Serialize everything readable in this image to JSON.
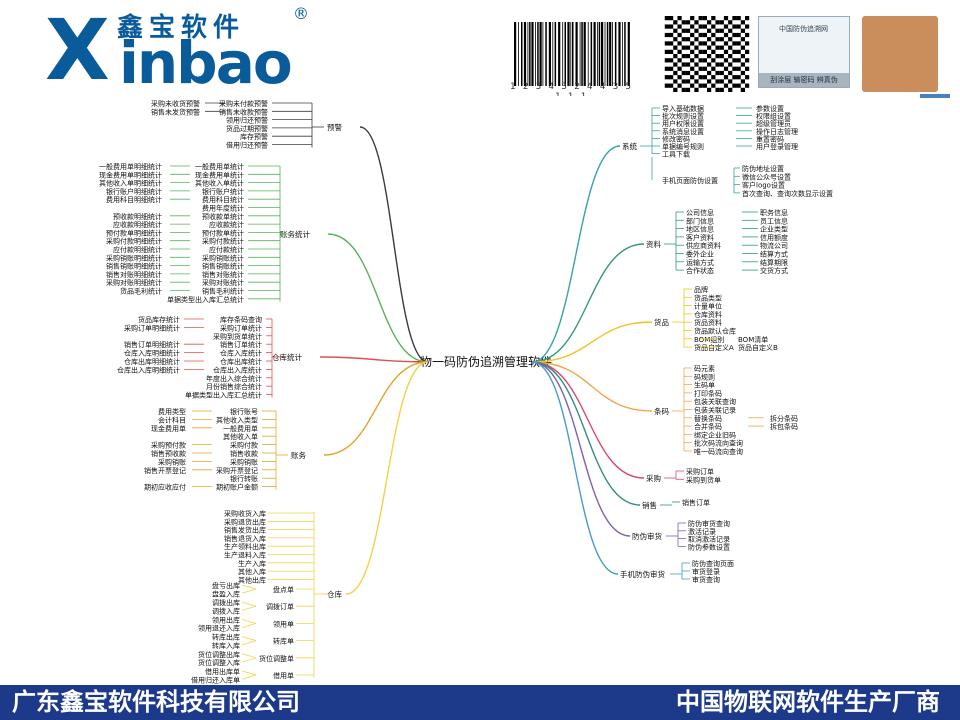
{
  "header": {
    "logo_letter": "X",
    "logo_rest": "inbao",
    "logo_cn": "鑫宝软件",
    "logo_mark": "®",
    "barcode_number": "1 2 3 4 3 2 4 4 3 5 1 1 1",
    "card_text": "中国防伪追溯网",
    "card_footer": "刮涂层  输密码  辨真伪"
  },
  "footer": {
    "company": "广东鑫宝软件科技有限公司",
    "slogan": "中国物联网软件生产厂商"
  },
  "colors": {
    "brand": "#0a5b9a",
    "footer_bg": "#1d3a8a",
    "branch_warn": "#3b3b3b",
    "branch_finance": "#58b25a",
    "branch_store": "#e05050",
    "branch_acct": "#e2a52c",
    "branch_warehouse": "#f2d14a",
    "branch_sys": "#3aa3a3",
    "branch_data": "#2f9a78",
    "branch_goods": "#f0c420",
    "branch_barcode": "#f1a64a",
    "branch_purchase": "#d94a6e",
    "branch_sales": "#2f8f7f",
    "branch_antifake": "#8060b0",
    "branch_mobile": "#4a9ad0"
  },
  "mindmap": {
    "center": "一物一码防伪追溯管理软件",
    "branches": [
      {
        "label": "预警",
        "items": [
          {
            "left": "采购未收货预警",
            "right": "采购未付款预警"
          },
          {
            "left": "销售未发货预警",
            "right": "销售未收款预警"
          },
          {
            "left": "",
            "right": "领用归还预警"
          },
          {
            "left": "",
            "right": "货品过期预警"
          },
          {
            "left": "",
            "right": "库存预警"
          },
          {
            "left": "",
            "right": "借用归还预警"
          }
        ]
      },
      {
        "label": "账务统计",
        "items": [
          {
            "left": "一般费用单明细统计",
            "right": "一般费用单统计"
          },
          {
            "left": "现金费用单明细统计",
            "right": "现金费用单统计"
          },
          {
            "left": "其他收入单明细统计",
            "right": "其他收入单统计"
          },
          {
            "left": "银行账户明细统计",
            "right": "银行账户统计"
          },
          {
            "left": "费用科目明细统计",
            "right": "费用科目统计"
          },
          {
            "left": "",
            "right": "费用年度统计"
          },
          {
            "left": "预收款明细统计",
            "right": "预收款单统计"
          },
          {
            "left": "应收款明细统计",
            "right": "应收款统计"
          },
          {
            "left": "预付款单明细统计",
            "right": "预付款单统计"
          },
          {
            "left": "采购付款明细统计",
            "right": "采购付款统计"
          },
          {
            "left": "应付款明细统计",
            "right": "应付款统计"
          },
          {
            "left": "采购销账明细统计",
            "right": "采购销账统计"
          },
          {
            "left": "销售销账明细统计",
            "right": "销售销账统计"
          },
          {
            "left": "销售对账明细统计",
            "right": "销售对账统计"
          },
          {
            "left": "采购对账明细统计",
            "right": "采购对账统计"
          },
          {
            "left": "货品毛利统计",
            "right": "销售毛利统计"
          },
          {
            "left": "",
            "right": "单据类型出入库汇总统计"
          }
        ]
      },
      {
        "label": "仓库统计",
        "items": [
          {
            "left": "货品库存统计",
            "right": "库存条码查询"
          },
          {
            "left": "采购订单明细统计",
            "right": "采购订单统计"
          },
          {
            "left": "",
            "right": "采购到货单统计"
          },
          {
            "left": "销售订单明细统计",
            "right": "销售订单统计"
          },
          {
            "left": "仓库入库明细统计",
            "right": "仓库入库统计"
          },
          {
            "left": "仓库出库明细统计",
            "right": "仓库出库统计"
          },
          {
            "left": "仓库出入库明细统计",
            "right": "仓库出入库统计"
          },
          {
            "left": "",
            "right": "年度出入综合统计"
          },
          {
            "left": "",
            "right": "月份销售综合统计"
          },
          {
            "left": "",
            "right": "单据类型出入库汇总统计"
          }
        ]
      },
      {
        "label": "账务",
        "items": [
          {
            "left": "费用类型",
            "right": "银行账号"
          },
          {
            "left": "会计科目",
            "right": "其他收入类型"
          },
          {
            "left": "现金费用单",
            "right": "一般费用单"
          },
          {
            "left": "",
            "right": "其他收入单"
          },
          {
            "left": "采购预付款",
            "right": "采购付款"
          },
          {
            "left": "销售预收款",
            "right": "销售收款"
          },
          {
            "left": "采购销账",
            "right": "采购销账"
          },
          {
            "left": "销售开票登记",
            "right": "采购开票登记"
          },
          {
            "left": "",
            "right": "银行转账"
          },
          {
            "left": "期初应收应付",
            "right": "期初账户金额"
          }
        ]
      },
      {
        "label": "仓库",
        "items": [
          {
            "left": "",
            "right": "采购收货入库"
          },
          {
            "left": "",
            "right": "采购退货出库"
          },
          {
            "left": "",
            "right": "销售发货出库"
          },
          {
            "left": "",
            "right": "销售退货入库"
          },
          {
            "left": "",
            "right": "生产领料出库"
          },
          {
            "left": "",
            "right": "生产退料入库"
          },
          {
            "left": "",
            "right": "生产入库"
          },
          {
            "left": "",
            "right": "其他入库"
          },
          {
            "left": "",
            "right": "其他出库"
          }
        ],
        "groups": [
          {
            "label": "盘点单",
            "items": [
              "盘亏出库",
              "盘盈入库"
            ]
          },
          {
            "label": "调拨订单",
            "items": [
              "调拨出库",
              "调拨入库"
            ]
          },
          {
            "label": "领用单",
            "items": [
              "领用出库",
              "领用退还入库"
            ]
          },
          {
            "label": "转库单",
            "items": [
              "转库出库",
              "转库入库"
            ]
          },
          {
            "label": "货位调整单",
            "items": [
              "货位调整出库",
              "货位调整入库"
            ]
          },
          {
            "label": "借用单",
            "items": [
              "借用出库单",
              "借用归还入库单"
            ]
          }
        ]
      },
      {
        "label": "系统",
        "items": [
          {
            "left": "导入基础数据",
            "right": "参数设置"
          },
          {
            "left": "批次规则设置",
            "right": "权限组设置"
          },
          {
            "left": "用户权限设置",
            "right": "超级管理员"
          },
          {
            "left": "系统消息设置",
            "right": "操作日志管理"
          },
          {
            "left": "修改密码",
            "right": "重置密码"
          },
          {
            "left": "单据编号规则",
            "right": "用户登录管理"
          },
          {
            "left": "工具下载",
            "right": ""
          }
        ],
        "sub": {
          "label": "手机页面防伪设置",
          "items": [
            "防伪地址设置",
            "微信公众号设置",
            "客户logo设置",
            "首次查询、查询次数显示设置"
          ]
        }
      },
      {
        "label": "资料",
        "items": [
          {
            "left": "公司信息",
            "right": "职务信息"
          },
          {
            "left": "部门信息",
            "right": "员工信息"
          },
          {
            "left": "地区信息",
            "right": "企业类型"
          },
          {
            "left": "客户资料",
            "right": "信用额度"
          },
          {
            "left": "供应商资料",
            "right": "物流公司"
          },
          {
            "left": "委外企业",
            "right": "结算方式"
          },
          {
            "left": "运输方式",
            "right": "结算期限"
          },
          {
            "left": "合作状态",
            "right": "交货方式"
          }
        ]
      },
      {
        "label": "货品",
        "items": [
          {
            "left": "品牌",
            "right": ""
          },
          {
            "left": "货品类型",
            "right": ""
          },
          {
            "left": "计量单位",
            "right": ""
          },
          {
            "left": "仓库资料",
            "right": ""
          },
          {
            "left": "货品资料",
            "right": ""
          },
          {
            "left": "货品默认仓库",
            "right": ""
          },
          {
            "left": "BOM组别",
            "right": "BOM清单"
          },
          {
            "left": "货品自定义A",
            "right": "货品自定义B"
          }
        ]
      },
      {
        "label": "条码",
        "items": [
          {
            "left": "码元素",
            "right": ""
          },
          {
            "left": "码规则",
            "right": ""
          },
          {
            "left": "生码单",
            "right": ""
          },
          {
            "left": "打印条码",
            "right": ""
          },
          {
            "left": "包装关联查询",
            "right": ""
          },
          {
            "left": "包装关联记录",
            "right": ""
          },
          {
            "left": "替换条码",
            "right": "拆分条码"
          },
          {
            "left": "合并条码",
            "right": "拆包条码"
          },
          {
            "left": "绑定企业旧码",
            "right": ""
          },
          {
            "left": "批次码流向查询",
            "right": ""
          },
          {
            "left": "唯一码流向查询",
            "right": ""
          }
        ]
      },
      {
        "label": "采购",
        "items": [
          {
            "left": "采购订单",
            "right": ""
          },
          {
            "left": "采购到货单",
            "right": ""
          }
        ]
      },
      {
        "label": "销售",
        "items": [
          {
            "left": "销售订单",
            "right": ""
          }
        ]
      },
      {
        "label": "防伪审货",
        "items": [
          {
            "left": "防伪审货查询",
            "right": ""
          },
          {
            "left": "激活记录",
            "right": ""
          },
          {
            "left": "取消激活记录",
            "right": ""
          },
          {
            "left": "防伪参数设置",
            "right": ""
          }
        ]
      },
      {
        "label": "手机防伪审货",
        "items": [
          {
            "left": "防伪查询页面",
            "right": ""
          },
          {
            "left": "审货登录",
            "right": ""
          },
          {
            "left": "审货查询",
            "right": ""
          }
        ]
      }
    ]
  }
}
